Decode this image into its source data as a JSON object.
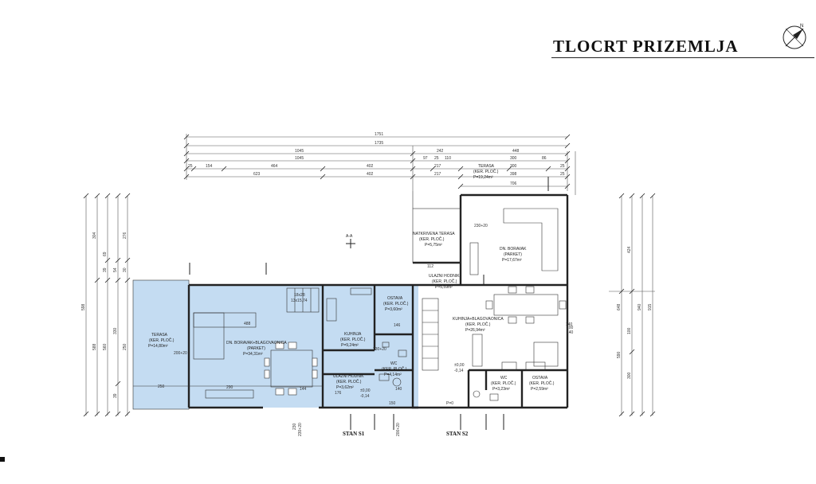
{
  "title": "TLOCRT PRIZEMLJA",
  "colors": {
    "apartment_fill": "#c4dcf2",
    "line": "#222222",
    "dim_line": "#555555"
  },
  "icons": [
    "compass-rose-icon"
  ],
  "dimensions": {
    "top_total": "1751",
    "top_total2": "1735",
    "top_left_a": "1045",
    "top_left_b": "1045",
    "top_mid": "242",
    "top_right": "448",
    "row3": [
      "25",
      "154",
      "464",
      "402",
      "97",
      "25",
      "110",
      "217",
      "300",
      "86",
      "25"
    ],
    "row4": [
      "623",
      "402",
      "217",
      "398",
      "25"
    ],
    "right_total": "706",
    "left_v": [
      "304",
      "276",
      "39",
      "54",
      "30",
      "69",
      "598",
      "588",
      "560",
      "330",
      "39",
      "250"
    ],
    "right_v": [
      "424",
      "648",
      "940",
      "915",
      "300",
      "590",
      "100",
      "140"
    ],
    "bottom": [
      "230",
      "230+20",
      "200+20"
    ],
    "misc": [
      "18x28",
      "13x15,74",
      "488",
      "250",
      "290",
      "144",
      "176",
      "146",
      "140",
      "230+20",
      "100",
      "140",
      "200+20",
      "150",
      "230+20",
      "112",
      "P=0"
    ]
  },
  "rooms": {
    "terasa_left": {
      "name": "TERASA",
      "finish": "(KER. PLOČ.)",
      "area": "P=14,80m²"
    },
    "boravak_s1": {
      "name": "DN. BORAVAK+BLAGOVAONICA",
      "finish": "(PARKET)",
      "area": "P=34,31m²"
    },
    "kuhinja_s1": {
      "name": "KUHINJA",
      "finish": "(KER. PLOČ.)",
      "area": "P=9,24m²"
    },
    "ostava_s1": {
      "name": "OSTAVA",
      "finish": "(KER. PLOČ.)",
      "area": "P=3,60m²"
    },
    "wc_s1": {
      "name": "WC",
      "finish": "(KER. PLOČ.)",
      "area": "P=4,14m²"
    },
    "hodnik_s1": {
      "name": "ULAZNI HODNIK",
      "finish": "(KER. PLOČ.)",
      "area": "P=3,62m²"
    },
    "terasa_top": {
      "name": "TERASA",
      "finish": "(KER. PLOČ.)",
      "area": "P=19,24m²"
    },
    "natkrivena": {
      "name": "NATKRIVENA TERASA",
      "finish": "(KER. PLOČ.)",
      "area": "P=5,75m²"
    },
    "hodnik_s2": {
      "name": "ULAZNI HODNIK",
      "finish": "(KER. PLOČ.)",
      "area": "P=5,59m²"
    },
    "boravak_s2": {
      "name": "DN. BORAVAK",
      "finish": "(PARKET)",
      "area": "P=17,67m²"
    },
    "kuhinja_s2": {
      "name": "KUHINJA+BLAGOVAONICA",
      "finish": "(KER. PLOČ.)",
      "area": "P=26,94m²"
    },
    "wc_s2": {
      "name": "WC",
      "finish": "(KER. PLOČ.)",
      "area": "P=3,23m²"
    },
    "ostava_s2": {
      "name": "OSTAVA",
      "finish": "(KER. PLOČ.)",
      "area": "P=2,59m²"
    }
  },
  "levels": {
    "lvl1": "±0,00",
    "lvl1b": "-0,14",
    "lvl2": "±0,00",
    "lvl2b": "-0,14"
  },
  "units": {
    "s1": "STAN S1",
    "s2": "STAN S2"
  },
  "section": {
    "mark": "A-A"
  },
  "north": {
    "letter": "N"
  }
}
